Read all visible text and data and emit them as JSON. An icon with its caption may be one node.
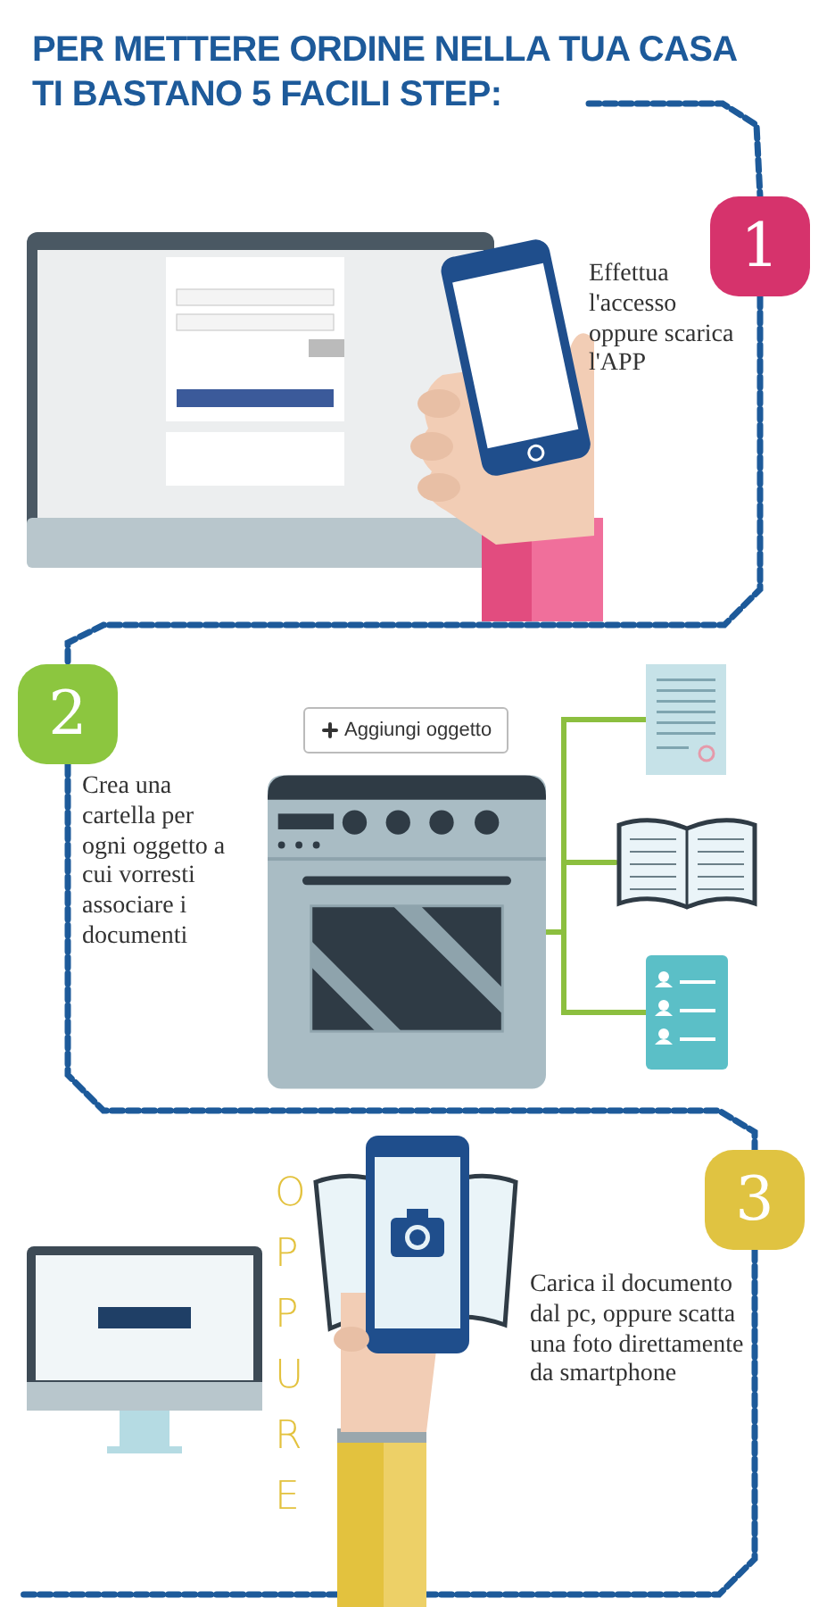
{
  "diagram": {
    "title": "PER METTERE ORDINE NELLA TUA CASA TI BASTANO 5 FACILI STEP:",
    "nodes": [
      {
        "text": [
          "1"
        ],
        "beside": [
          "Effettua l'accesso oppure scarica l'APP"
        ]
      },
      {
        "text": [
          "2"
        ],
        "beside": [
          "Crea una cartella per ogni oggetto a cui vorresti associare i documenti"
        ]
      },
      {
        "text": [
          "3"
        ],
        "beside": [
          "Carica il documento dal pc, oppure scatta una foto direttamente da smartphone"
        ]
      },
      {
        "text": [],
        "shape": "picture"
      },
      {
        "text": [],
        "shape": "picture"
      },
      {
        "text": [],
        "shape": "picture"
      },
      {
        "text": [],
        "shape": "picture"
      }
    ],
    "edges": [
      {
        "from": null,
        "to": 0,
        "arrow": "none",
        "style": "dashed"
      },
      {
        "from": 0,
        "to": 1,
        "arrow": "none",
        "style": "dashed"
      },
      {
        "from": 1,
        "to": 2,
        "arrow": "none",
        "style": "dashed"
      },
      {
        "from": 2,
        "to": null,
        "arrow": "none",
        "style": "dashed"
      },
      {
        "from": 3,
        "to": 4,
        "arrow": "none",
        "color": "#8cbf3f"
      },
      {
        "from": 3,
        "to": 5,
        "arrow": "none",
        "color": "#8cbf3f"
      },
      {
        "from": 3,
        "to": 6,
        "arrow": "none",
        "color": "#8cbf3f"
      }
    ],
    "labels": [
      "Aggiungi oggetto",
      "OPPURE"
    ]
  }
}
